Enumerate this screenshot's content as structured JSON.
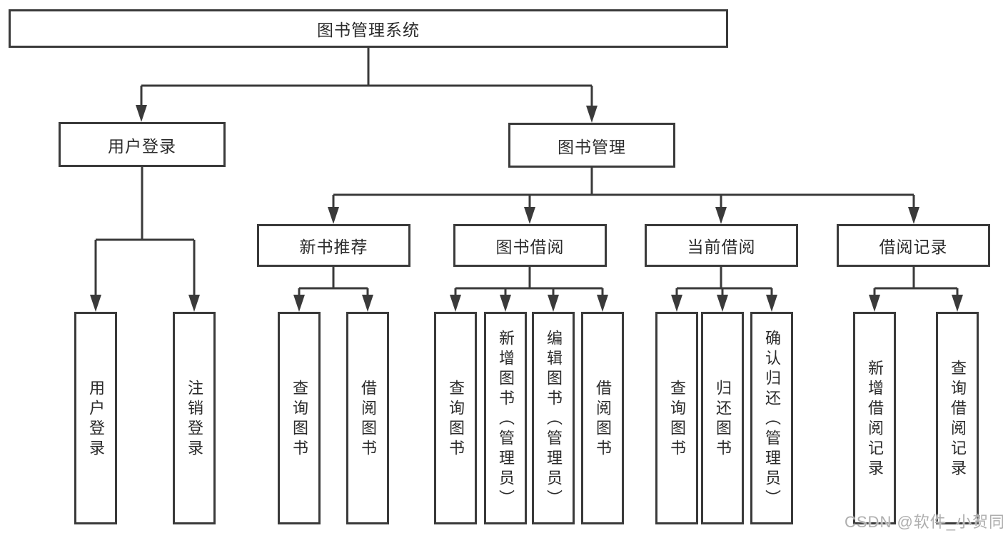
{
  "diagram": {
    "type": "tree",
    "orientation": "top-down",
    "tree": {
      "label": "图书管理系统",
      "children": [
        {
          "label": "用户登录",
          "children": [
            {
              "label": "用户登录"
            },
            {
              "label": "注销登录"
            }
          ]
        },
        {
          "label": "图书管理",
          "children": [
            {
              "label": "新书推荐",
              "children": [
                {
                  "label": "查询图书"
                },
                {
                  "label": "借阅图书"
                }
              ]
            },
            {
              "label": "图书借阅",
              "children": [
                {
                  "label": "查询图书"
                },
                {
                  "label": "新增图书（管理员）"
                },
                {
                  "label": "编辑图书（管理员）"
                },
                {
                  "label": "借阅图书"
                }
              ]
            },
            {
              "label": "当前借阅",
              "children": [
                {
                  "label": "查询图书"
                },
                {
                  "label": "归还图书"
                },
                {
                  "label": "确认归还（管理员）"
                }
              ]
            },
            {
              "label": "借阅记录",
              "children": [
                {
                  "label": "新增借阅记录"
                },
                {
                  "label": "查询借阅记录"
                }
              ]
            }
          ]
        }
      ]
    }
  },
  "watermark": {
    "text": "CSDN @软件_小贺同学"
  },
  "colors": {
    "line": "#3a3a3a",
    "box_border": "#3a3a3a",
    "box_fill": "#ffffff",
    "text": "#2b2b2b",
    "watermark": "#aeaeae",
    "background": "#ffffff"
  }
}
